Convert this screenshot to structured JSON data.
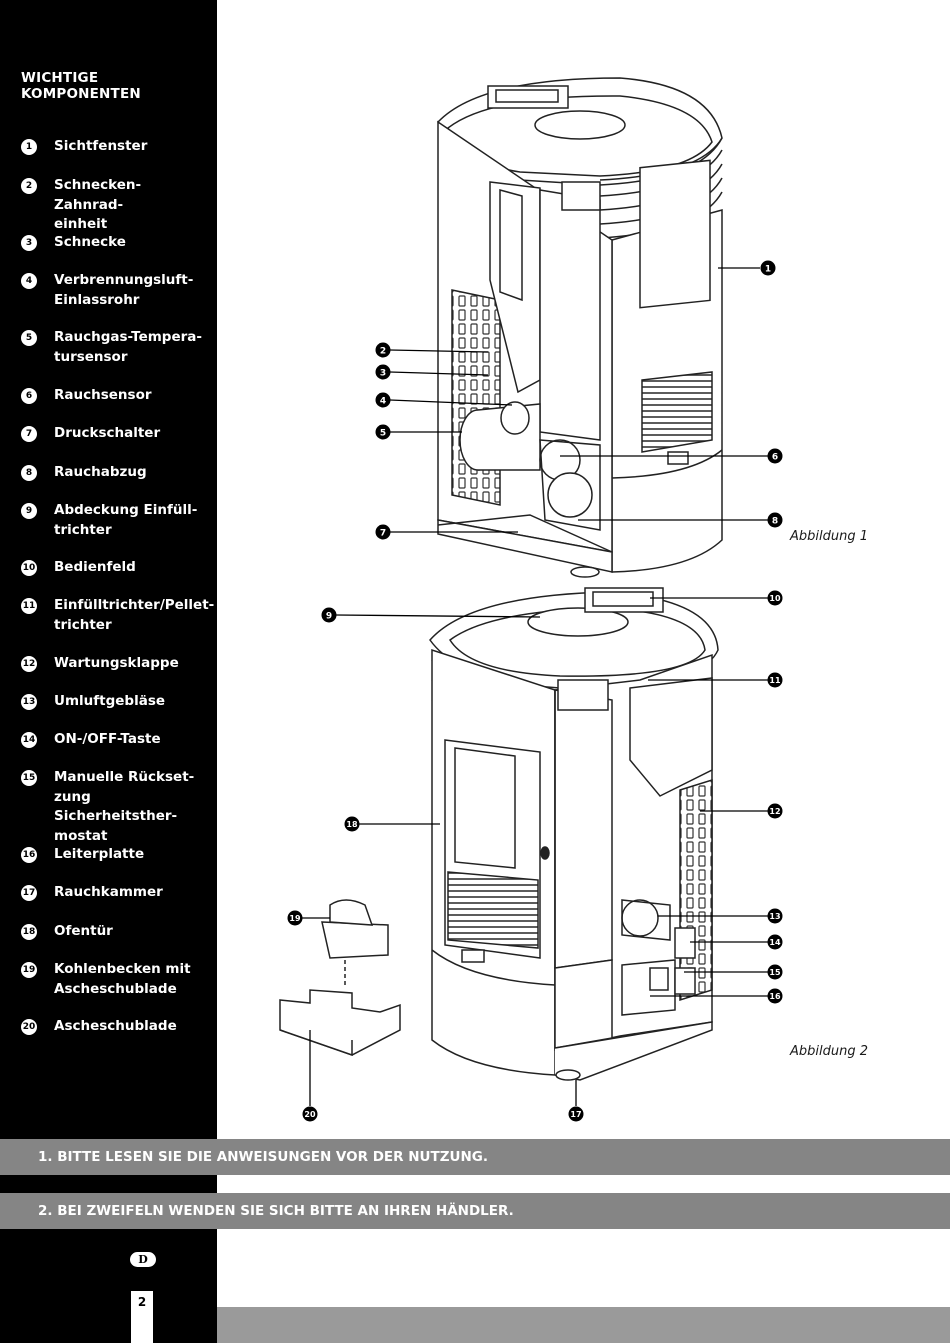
{
  "sidebar": {
    "title": "WICHTIGE KOMPONENTEN",
    "items": [
      {
        "num": "1",
        "label": "Sichtfenster"
      },
      {
        "num": "2",
        "label": "Schnecken-Zahnrad-\neinheit"
      },
      {
        "num": "3",
        "label": "Schnecke"
      },
      {
        "num": "4",
        "label": "Verbrennungsluft-\nEinlassrohr"
      },
      {
        "num": "5",
        "label": "Rauchgas-Tempera-\ntursensor"
      },
      {
        "num": "6",
        "label": "Rauchsensor"
      },
      {
        "num": "7",
        "label": "Druckschalter"
      },
      {
        "num": "8",
        "label": "Rauchabzug"
      },
      {
        "num": "9",
        "label": "Abdeckung Einfüll-\ntrichter"
      },
      {
        "num": "10",
        "label": "Bedienfeld"
      },
      {
        "num": "11",
        "label": "Einfülltrichter/Pellet-\ntrichter"
      },
      {
        "num": "12",
        "label": "Wartungsklappe"
      },
      {
        "num": "13",
        "label": "Umluftgebläse"
      },
      {
        "num": "14",
        "label": "ON-/OFF-Taste"
      },
      {
        "num": "15",
        "label": "Manuelle Rückset-\nzung Sicherheitsther-\nmostat"
      },
      {
        "num": "16",
        "label": "Leiterplatte"
      },
      {
        "num": "17",
        "label": "Rauchkammer"
      },
      {
        "num": "18",
        "label": "Ofentür"
      },
      {
        "num": "19",
        "label": "Kohlenbecken mit\nAscheschublade"
      },
      {
        "num": "20",
        "label": "Ascheschublade"
      }
    ],
    "language": "D",
    "page_number": "2"
  },
  "figures": {
    "caption_1": "Abbildung 1",
    "caption_2": "Abbildung 2"
  },
  "callouts": {
    "c1": "1",
    "c2": "2",
    "c3": "3",
    "c4": "4",
    "c5": "5",
    "c6": "6",
    "c7": "7",
    "c8": "8",
    "c9": "9",
    "c10": "10",
    "c11": "11",
    "c12": "12",
    "c13": "13",
    "c14": "14",
    "c15": "15",
    "c16": "16",
    "c17": "17",
    "c18": "18",
    "c19": "19",
    "c20": "20"
  },
  "notices": {
    "n1": "1. BITTE LESEN SIE DIE ANWEISUNGEN VOR DER NUTZUNG.",
    "n2": "2. BEI ZWEIFELN WENDEN SIE SICH BITTE AN IHREN HÄNDLER."
  },
  "colors": {
    "sidebar": "#000000",
    "notice_bar": "#858585",
    "bottom_bar": "#9a9a9a"
  }
}
